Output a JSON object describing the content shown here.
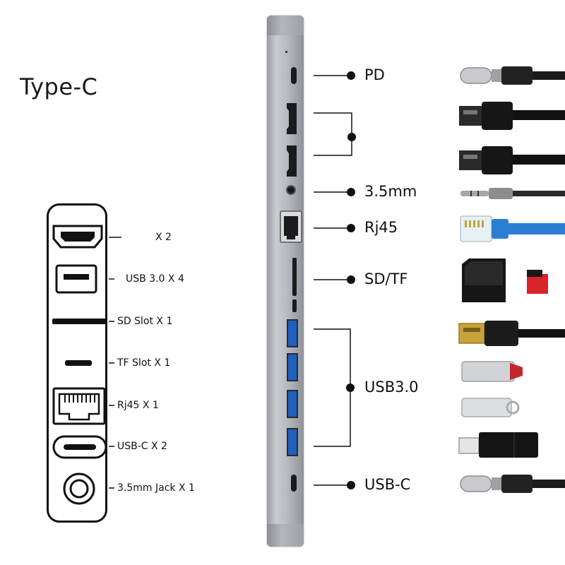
{
  "title": "Type-C",
  "legend": {
    "items": [
      {
        "label": "X 2",
        "icon": "hdmi-port-icon"
      },
      {
        "label": "USB 3.0 X 4",
        "icon": "usb-a-port-icon"
      },
      {
        "label": "SD Slot X 1",
        "icon": "sd-slot-icon"
      },
      {
        "label": "TF Slot X 1",
        "icon": "tf-slot-icon"
      },
      {
        "label": "Rj45 X 1",
        "icon": "ethernet-port-icon"
      },
      {
        "label": "USB-C X 2",
        "icon": "usb-c-port-icon"
      },
      {
        "label": "3.5mm Jack X 1",
        "icon": "audio-jack-icon"
      }
    ]
  },
  "callouts": {
    "pd": "PD",
    "audio": "3.5mm",
    "rj45": "Rj45",
    "sdtf": "SD/TF",
    "usb3": "USB3.0",
    "usbc": "USB-C"
  },
  "colors": {
    "hub_silver": "#b7bac0",
    "usb3_blue": "#1f5fbf",
    "ethernet_cable_blue": "#2a7fd4",
    "sd_card_red": "#d8232a",
    "usb_gold": "#c9a23a"
  },
  "accessories": [
    "usb-c-cable-icon",
    "hdmi-cable-icon",
    "hdmi-cable-icon",
    "audio-cable-icon",
    "ethernet-cable-icon",
    "sd-card-icon",
    "microsd-card-icon",
    "usb-a-cable-icon",
    "usb-flash-drive-icon",
    "usb-flash-drive-icon",
    "usb-adapter-icon",
    "usb-c-cable-icon"
  ]
}
